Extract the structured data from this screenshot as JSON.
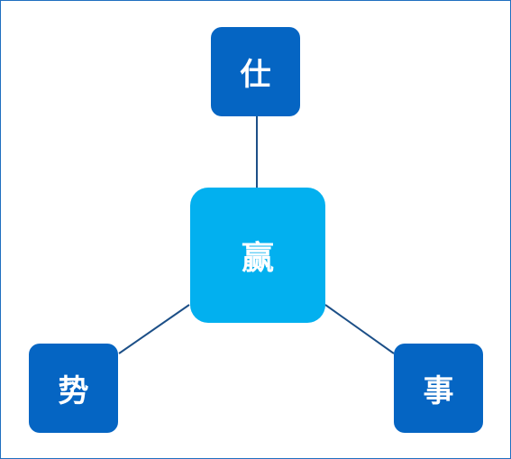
{
  "diagram": {
    "center": {
      "label": "赢"
    },
    "nodes": [
      {
        "id": "top",
        "label": "仕"
      },
      {
        "id": "left",
        "label": "势"
      },
      {
        "id": "right",
        "label": "事"
      }
    ],
    "colors": {
      "outer_node": "#0565c3",
      "center_node": "#02b0ef",
      "connector": "#1c4f87",
      "frame_border": "#1f6fc0"
    }
  }
}
